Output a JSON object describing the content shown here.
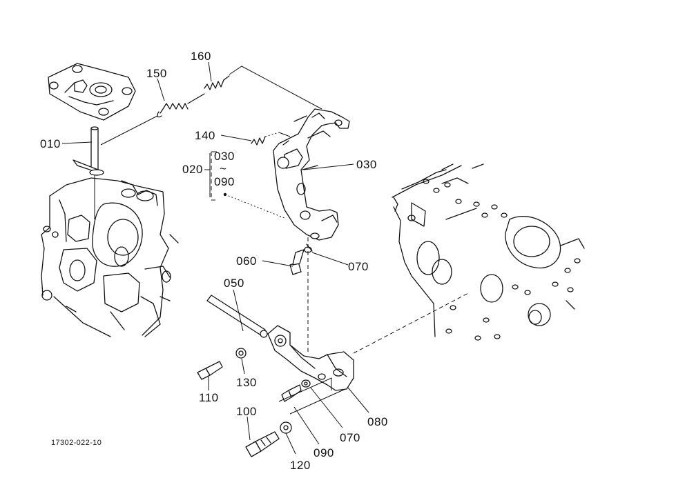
{
  "drawing_code": "17302-022-10",
  "parts": {
    "p010": "010",
    "p020": "020",
    "p030_bracket": "030",
    "p030": "030",
    "p050": "050",
    "p060": "060",
    "p070_upper": "070",
    "p070_lower": "070",
    "p080": "080",
    "p090_bracket": "090",
    "p090": "090",
    "p100": "100",
    "p110": "110",
    "p120": "120",
    "p130": "130",
    "p140": "140",
    "p150": "150",
    "p160": "160"
  },
  "range_symbol": "~"
}
